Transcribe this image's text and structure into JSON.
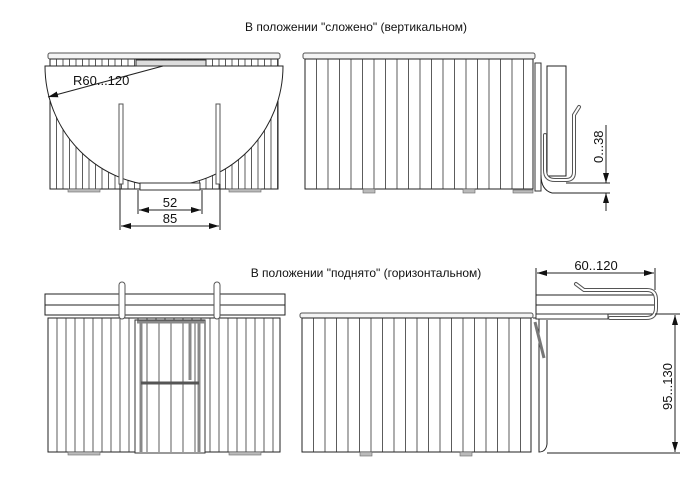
{
  "titles": {
    "folded": "В положении \"сложено\" (вертикальном)",
    "raised": "В положении \"поднято\" (горизонтальном)"
  },
  "dimensions": {
    "radius": "R60...120",
    "inner_width": "52",
    "outer_width": "85",
    "folded_gap": "0...38",
    "seat_extension": "60..120",
    "seat_height": "95...130"
  },
  "colors": {
    "line": "#222222",
    "background": "#ffffff",
    "foot": "#bbbbbb"
  }
}
